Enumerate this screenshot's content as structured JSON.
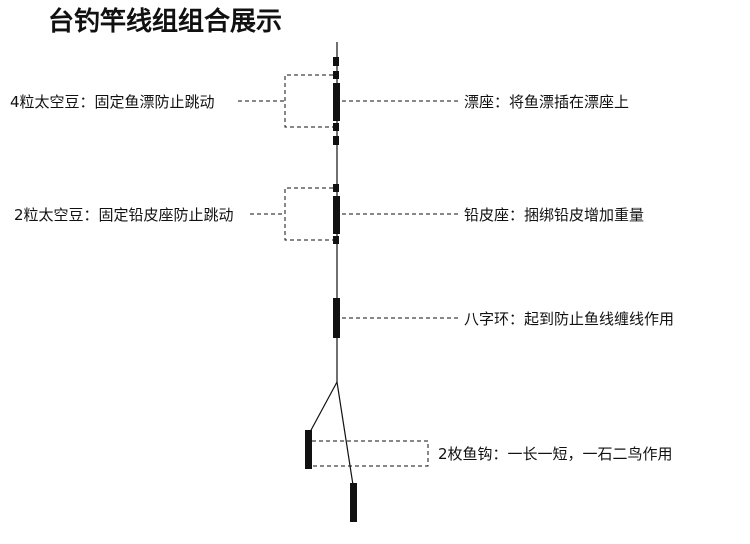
{
  "title": "台钓竿线组组合展示",
  "annotations": {
    "beans_top": "4粒太空豆：固定鱼漂防止跳动",
    "float_seat": "漂座：将鱼漂插在漂座上",
    "beans_mid": "2粒太空豆：固定铅皮座防止跳动",
    "lead_seat": "铅皮座：捆绑铅皮增加重量",
    "swivel": "八字环：起到防止鱼线缠线作用",
    "hooks": "2枚鱼钩：一长一短，一石二鸟作用"
  }
}
